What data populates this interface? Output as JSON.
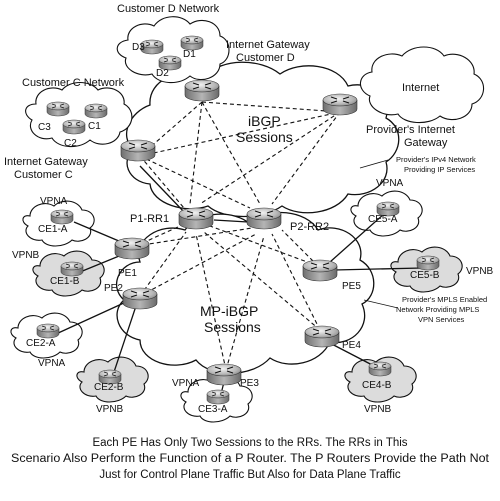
{
  "labels": {
    "customer_d_network": "Customer D Network",
    "igw_customer_d_1": "Internet Gateway",
    "igw_customer_d_2": "Customer D",
    "d1": "D1",
    "d2": "D2",
    "d3": "D3",
    "customer_c_network": "Customer C Network",
    "c1": "C1",
    "c2": "C2",
    "c3": "C3",
    "igw_customer_c_1": "Internet Gateway",
    "igw_customer_c_2": "Customer C",
    "internet": "Internet",
    "provider_igw_1": "Provider's Internet",
    "provider_igw_2": "Gateway",
    "ibgp_1": "iBGP",
    "ibgp_2": "Sessions",
    "ipv4_note_1": "Provider's IPv4 Network",
    "ipv4_note_2": "Providing IP Services",
    "p1_rr1": "P1-RR1",
    "p2_rr2": "P2-RR2",
    "mpibgp_1": "MP-iBGP",
    "mpibgp_2": "Sessions",
    "mpls_note_1": "Provider's MPLS Enabled",
    "mpls_note_2": "Network Providing MPLS",
    "mpls_note_3": "VPN Services",
    "pe1": "PE1",
    "pe2": "PE2",
    "pe3": "PE3",
    "pe4": "PE4",
    "pe5": "PE5",
    "ce1a": "CE1-A",
    "ce1b": "CE1-B",
    "ce2a": "CE2-A",
    "ce2b": "CE2-B",
    "ce3a": "CE3-A",
    "ce4b": "CE4-B",
    "ce5a": "CE5-A",
    "ce5b": "CE5-B",
    "vpna_ce1": "VPNA",
    "vpnb_ce1": "VPNB",
    "vpna_ce2": "VPNA",
    "vpnb_ce2": "VPNB",
    "vpna_ce3": "VPNA",
    "vpnb_ce4": "VPNB",
    "vpna_ce5": "VPNA",
    "vpnb_ce5": "VPNB"
  },
  "caption": {
    "line1": "Each PE Has Only Two Sessions to the RRs. The RRs in This",
    "line2": "Scenario Also Perform the Function of a P Router. The P Routers Provide the Path Not",
    "line3": "Just for Control Plane Traffic But Also for Data Plane Traffic"
  }
}
